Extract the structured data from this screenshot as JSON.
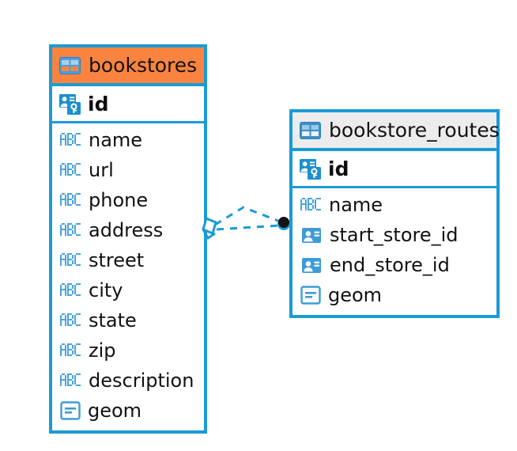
{
  "diagram": {
    "type": "entity-relationship-diagram",
    "background": "#ffffff",
    "accent_color": "#1b9ad6",
    "highlight_color": "#fb8340",
    "header_gray": "#ececec"
  },
  "entities": [
    {
      "name": "bookstores",
      "header_color": "#fb8340",
      "primary_key": {
        "label": "id",
        "icon": "primary-key-icon"
      },
      "fields": [
        {
          "label": "name",
          "icon": "abc-icon",
          "type": "text"
        },
        {
          "label": "url",
          "icon": "abc-icon",
          "type": "text"
        },
        {
          "label": "phone",
          "icon": "abc-icon",
          "type": "text"
        },
        {
          "label": "address",
          "icon": "abc-icon",
          "type": "text"
        },
        {
          "label": "street",
          "icon": "abc-icon",
          "type": "text"
        },
        {
          "label": "city",
          "icon": "abc-icon",
          "type": "text"
        },
        {
          "label": "state",
          "icon": "abc-icon",
          "type": "text"
        },
        {
          "label": "zip",
          "icon": "abc-icon",
          "type": "text"
        },
        {
          "label": "description",
          "icon": "abc-icon",
          "type": "text"
        },
        {
          "label": "geom",
          "icon": "blob-icon",
          "type": "geometry"
        }
      ]
    },
    {
      "name": "bookstore_routes",
      "header_color": "#ececec",
      "primary_key": {
        "label": "id",
        "icon": "primary-key-icon"
      },
      "fields": [
        {
          "label": "name",
          "icon": "abc-icon",
          "type": "text"
        },
        {
          "label": "start_store_id",
          "icon": "foreign-key-icon",
          "type": "foreign-key"
        },
        {
          "label": "end_store_id",
          "icon": "foreign-key-icon",
          "type": "foreign-key"
        },
        {
          "label": "geom",
          "icon": "blob-icon",
          "type": "geometry"
        }
      ]
    }
  ],
  "relationship": {
    "source_marker": "diamond-marker",
    "target_marker": "filled-circle-marker",
    "line_style": "dashed",
    "line_color": "#1b9ad6"
  }
}
